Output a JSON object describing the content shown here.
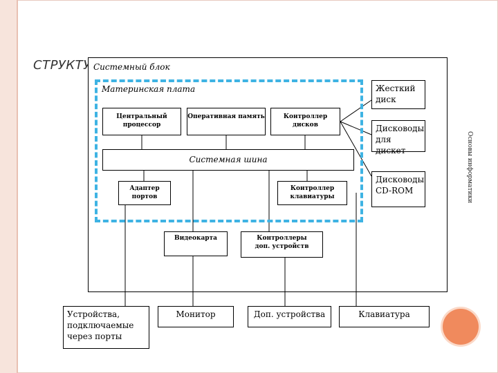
{
  "slide": {
    "title": "СТРУКТУ",
    "side_label": "Основы информатики"
  },
  "diagram": {
    "system_block_label": "Системный блок",
    "motherboard_label": "Материнская плата",
    "bus_label": "Системная шина",
    "cpu": "Центральный процессор",
    "ram": "Оперативная память",
    "disk_controller": "Контроллер дисков",
    "port_adapter": "Адаптер портов",
    "keyboard_controller": "Контроллер клавиатуры",
    "video_card": "Видеокарта",
    "extra_controllers": "Контроллеры доп. устройств",
    "hard_disk": "Жесткий диск",
    "floppy": "Дисководы для дискет",
    "cdrom": "Дисководы CD-ROM",
    "port_devices": "Устройства, подключаемые через порты",
    "monitor": "Монитор",
    "extra_devices": "Доп. устройства",
    "keyboard": "Клавиатура"
  },
  "colors": {
    "motherboard_dash": "#3eb3e3",
    "accent_circle": "#f08a5d",
    "stripe": "#f7e4dc"
  }
}
